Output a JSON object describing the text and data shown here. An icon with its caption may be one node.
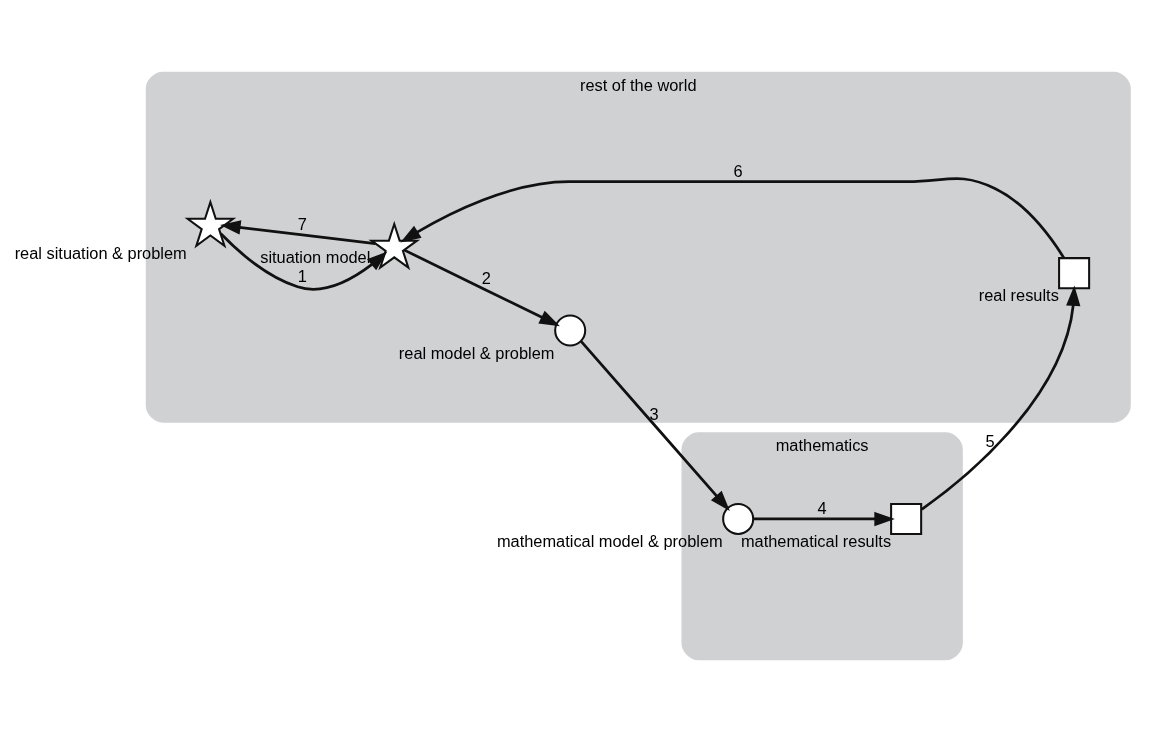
{
  "diagram": {
    "nodes": [
      {
        "text": [
          "rest of the world"
        ]
      },
      {
        "text": [
          "mathematics"
        ]
      },
      {
        "text": [],
        "shape": "star",
        "in": 0,
        "beside": [
          "real situation & problem"
        ]
      },
      {
        "text": [],
        "shape": "star",
        "in": 0,
        "beside": [
          "situation model"
        ]
      },
      {
        "text": [],
        "shape": "circle",
        "in": 0,
        "beside": [
          "real model & problem"
        ]
      },
      {
        "text": [],
        "shape": "circle",
        "in": 1,
        "beside": [
          "mathematical model & problem"
        ]
      },
      {
        "text": [],
        "shape": "box",
        "in": 1,
        "beside": [
          "mathematical results"
        ]
      },
      {
        "text": [],
        "shape": "box",
        "in": 0,
        "beside": [
          "real results"
        ]
      }
    ],
    "edges": [
      {
        "from": 2,
        "to": 3,
        "arrow": "to",
        "label": "1"
      },
      {
        "from": 3,
        "to": 4,
        "arrow": "to",
        "label": "2"
      },
      {
        "from": 4,
        "to": 5,
        "arrow": "to",
        "label": "3"
      },
      {
        "from": 5,
        "to": 6,
        "arrow": "to",
        "label": "4"
      },
      {
        "from": 6,
        "to": 7,
        "arrow": "to",
        "label": "5"
      },
      {
        "from": 7,
        "to": 3,
        "arrow": "to",
        "label": "6"
      },
      {
        "from": 3,
        "to": 2,
        "arrow": "to",
        "label": "7"
      }
    ]
  }
}
